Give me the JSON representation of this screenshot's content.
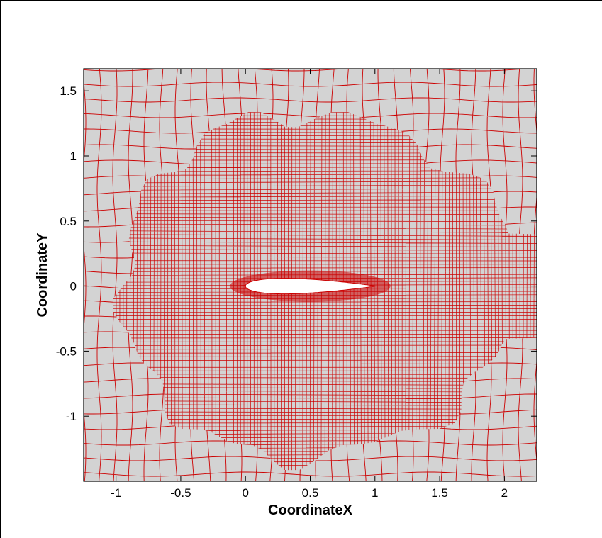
{
  "chart_data": {
    "type": "scatter",
    "title": "",
    "xlabel": "CoordinateX",
    "ylabel": "CoordinateY",
    "xlim": [
      -1.25,
      2.25
    ],
    "ylim": [
      -1.5,
      1.67
    ],
    "x_ticks": [
      -1,
      -0.5,
      0,
      0.5,
      1,
      1.5,
      2
    ],
    "x_tick_labels": [
      "-1",
      "-0.5",
      "0",
      "0.5",
      "1",
      "1.5",
      "2"
    ],
    "y_ticks": [
      -1,
      -0.5,
      0,
      0.5,
      1,
      1.5
    ],
    "y_tick_labels": [
      "-1",
      "-0.5",
      "0",
      "0.5",
      "1",
      "1.5"
    ],
    "grid": false,
    "legend": "none",
    "series": [
      {
        "kind": "mesh",
        "color": "#cc0000",
        "background": "#d3d3d3",
        "refinement_center": [
          0.35,
          0.0
        ],
        "refinement_radius": 1.3
      },
      {
        "kind": "airfoil",
        "fill": "#ffffff",
        "leading_edge": [
          0.0,
          0.0
        ],
        "trailing_edge": [
          1.0,
          0.0
        ],
        "max_thickness": 0.12
      }
    ]
  }
}
